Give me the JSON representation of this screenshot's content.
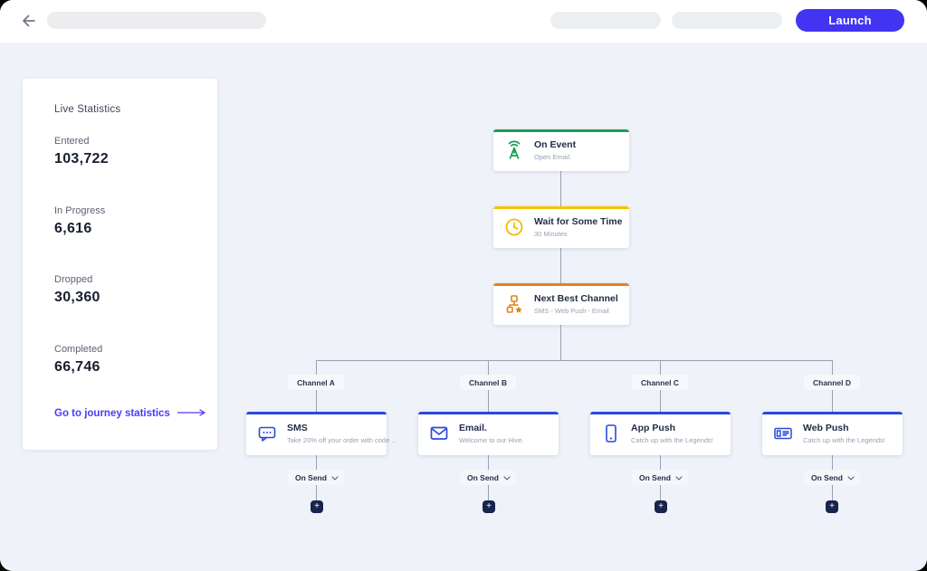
{
  "header": {
    "back_icon": "arrow-left-icon",
    "launch_label": "Launch"
  },
  "stats": {
    "title": "Live Statistics",
    "items": [
      {
        "label": "Entered",
        "value": "103,722"
      },
      {
        "label": "In Progress",
        "value": "6,616"
      },
      {
        "label": "Dropped",
        "value": "30,360"
      },
      {
        "label": "Completed",
        "value": "66,746"
      }
    ],
    "link_label": "Go to journey statistics"
  },
  "flow": {
    "main_nodes": [
      {
        "title": "On Event",
        "subtitle": "Open Email.",
        "icon": "antenna-icon",
        "accent": "#1A9E55"
      },
      {
        "title": "Wait for Some Time",
        "subtitle": "30 Minutes",
        "icon": "clock-icon",
        "accent": "#F5C400"
      },
      {
        "title": "Next Best Channel",
        "subtitle": "SMS - Web Push - Email",
        "icon": "hierarchy-star-icon",
        "accent": "#E5811B"
      }
    ],
    "branches": [
      {
        "label": "Channel A",
        "title": "SMS",
        "subtitle": "Take 20% off your order with code ...",
        "icon": "sms-bubble-icon",
        "accent": "#2B49D8"
      },
      {
        "label": "Channel B",
        "title": "Email.",
        "subtitle": "Welcome to our Hive.",
        "icon": "envelope-icon",
        "accent": "#2B49D8"
      },
      {
        "label": "Channel C",
        "title": "App Push",
        "subtitle": "Catch up with the Legends!",
        "icon": "smartphone-icon",
        "accent": "#2B49D8"
      },
      {
        "label": "Channel D",
        "title": "Web Push",
        "subtitle": "Catch up with the Legends!",
        "icon": "web-push-icon",
        "accent": "#2B49D8"
      }
    ],
    "on_send_label": "On Send",
    "plus_label": "+"
  },
  "colors": {
    "launch_button": "#4334F2",
    "link": "#4B3AF8",
    "canvas_bg": "#EFF2F9",
    "connector_line": "#99A2B3",
    "node_green": "#1A9E55",
    "node_yellow": "#F5C400",
    "node_orange": "#E5811B",
    "node_blue": "#2B49D8"
  }
}
